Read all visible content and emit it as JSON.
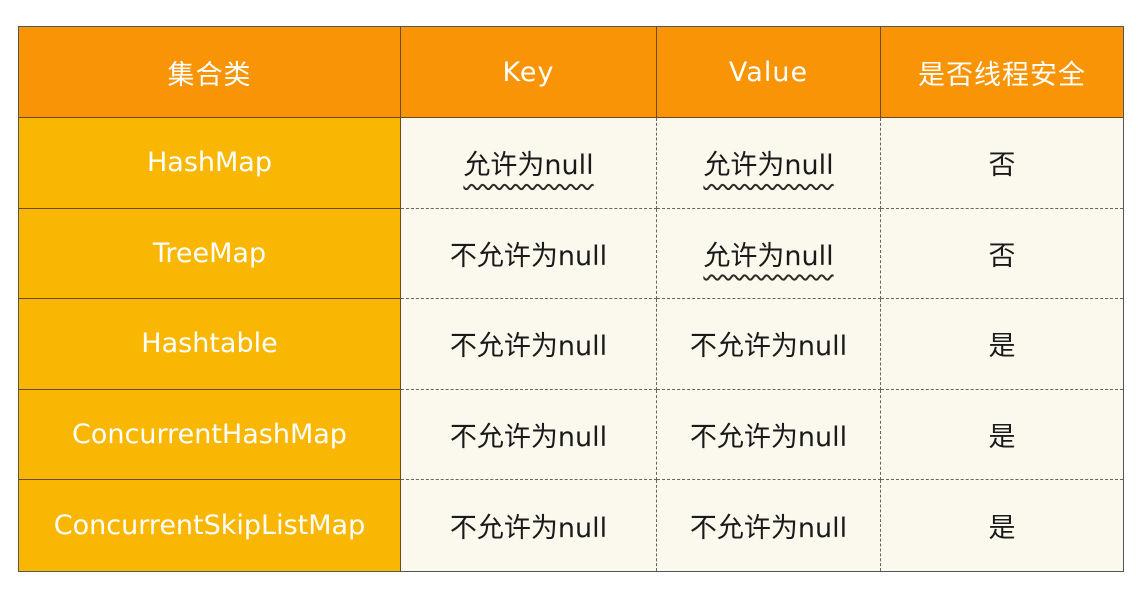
{
  "headers": [
    "集合类",
    "Key",
    "Value",
    "是否线程安全"
  ],
  "rows": [
    {
      "name": "HashMap",
      "key": "允许为null",
      "value": "允许为null",
      "safe": "否",
      "key_underlined": true,
      "value_underlined": true
    },
    {
      "name": "TreeMap",
      "key": "不允许为null",
      "value": "允许为null",
      "safe": "否",
      "key_underlined": false,
      "value_underlined": true
    },
    {
      "name": "Hashtable",
      "key": "不允许为null",
      "value": "不允许为null",
      "safe": "是",
      "key_underlined": false,
      "value_underlined": false
    },
    {
      "name": "ConcurrentHashMap",
      "key": "不允许为null",
      "value": "不允许为null",
      "safe": "是",
      "key_underlined": false,
      "value_underlined": false
    },
    {
      "name": "ConcurrentSkipListMap",
      "key": "不允许为null",
      "value": "不允许为null",
      "safe": "是",
      "key_underlined": false,
      "value_underlined": false
    }
  ],
  "colors": {
    "header_bg": "#f89406",
    "name_bg": "#f9b703",
    "body_bg": "#fbf8ed"
  }
}
